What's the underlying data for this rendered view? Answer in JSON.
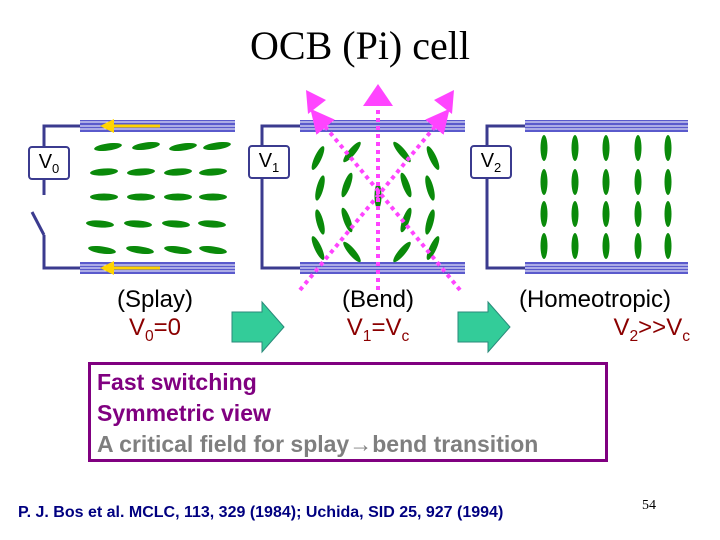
{
  "title": "OCB (Pi) cell",
  "cells": [
    {
      "v_label": "V",
      "v_sub": "0",
      "state": "(Splay)",
      "volt_main": "V",
      "volt_sub": "0",
      "volt_rest": "=0"
    },
    {
      "v_label": "V",
      "v_sub": "1",
      "state": "(Bend)",
      "volt_main": "V",
      "volt_sub": "1",
      "volt_rest": "=V",
      "volt_sub2": "c"
    },
    {
      "v_label": "V",
      "v_sub": "2",
      "state": "(Homeotropic)",
      "volt_main": "V",
      "volt_sub": "2",
      "volt_rest": ">>V",
      "volt_sub2": "c"
    }
  ],
  "notes": {
    "line1": "Fast switching",
    "line2": "Symmetric view",
    "line3_a": "A critical field for splay",
    "line3_arrow": "→",
    "line3_b": "bend transition"
  },
  "reference": "P. J. Bos et al. MCLC, 113, 329 (1984); Uchida, SID 25, 927 (1994)",
  "page_number": "54",
  "colors": {
    "wire": "#3b3b8f",
    "plate": "#5a5acc",
    "molecule": "#0a8a0a",
    "flow_arrow": "#ffd400",
    "optic_axis": "#ff44ff",
    "transition_arrow": "#33cc99",
    "volt_text": "#8b0000",
    "notes_border": "#800080"
  }
}
